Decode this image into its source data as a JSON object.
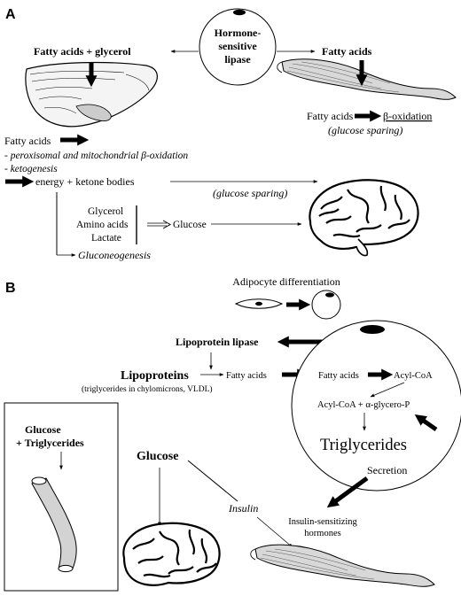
{
  "panel_a": {
    "letter": "A",
    "hsl_line1": "Hormone-",
    "hsl_line2": "sensitive",
    "hsl_line3": "lipase",
    "fa_glycerol": "Fatty acids + glycerol",
    "fa_muscle": "Fatty acids",
    "fa_beta": "Fatty acids",
    "beta_ox": "β-oxidation",
    "glucose_sparing_muscle": "(glucose sparing)",
    "liver_fa": "Fatty acids",
    "liver_ox": "- peroxisomal and mitochondrial β-oxidation",
    "liver_keto": "- ketogenesis",
    "energy": "energy + ketone bodies",
    "glucose_sparing_brain": "(glucose sparing)",
    "glycerol": "Glycerol",
    "amino": "Amino acids",
    "lactate": "Lactate",
    "glucose": "Glucose",
    "gluconeo": "Gluconeogenesis"
  },
  "panel_b": {
    "letter": "B",
    "adipo_diff": "Adipocyte differentiation",
    "lpl": "Lipoprotein lipase",
    "lipoproteins": "Lipoproteins",
    "lipo_sub": "(triglycerides in chylomicrons, VLDL)",
    "fa_out": "Fatty acids",
    "fa_in": "Fatty acids",
    "acyl_coa": "Acyl-CoA",
    "acyl_glycero": "Acyl-CoA + α-glycero-P",
    "triglycerides": "Triglycerides",
    "secretion": "Secretion",
    "glucose": "Glucose",
    "insulin": "Insulin",
    "insulin_sens_1": "Insulin-sensitizing",
    "insulin_sens_2": "hormones",
    "box_glucose": "Glucose",
    "box_tg": "+ Triglycerides"
  }
}
